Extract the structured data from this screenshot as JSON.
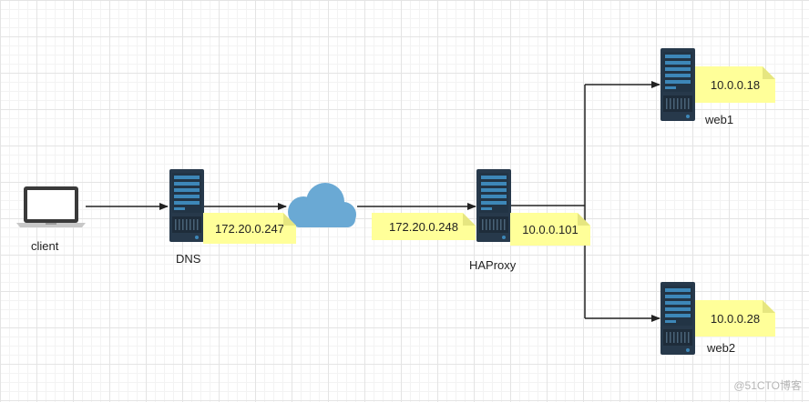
{
  "nodes": {
    "client": {
      "label": "client"
    },
    "dns": {
      "label": "DNS",
      "ip": "172.20.0.247"
    },
    "haproxy": {
      "label": "HAProxy",
      "public_ip": "172.20.0.248",
      "private_ip": "10.0.0.101"
    },
    "web1": {
      "label": "web1",
      "ip": "10.0.0.18"
    },
    "web2": {
      "label": "web2",
      "ip": "10.0.0.28"
    }
  },
  "watermark": "@51CTO博客",
  "colors": {
    "server_body": "#27394b",
    "server_accent": "#3d87b8",
    "cloud": "#6aa9d4",
    "note": "#ffff99",
    "arrow": "#222222"
  }
}
